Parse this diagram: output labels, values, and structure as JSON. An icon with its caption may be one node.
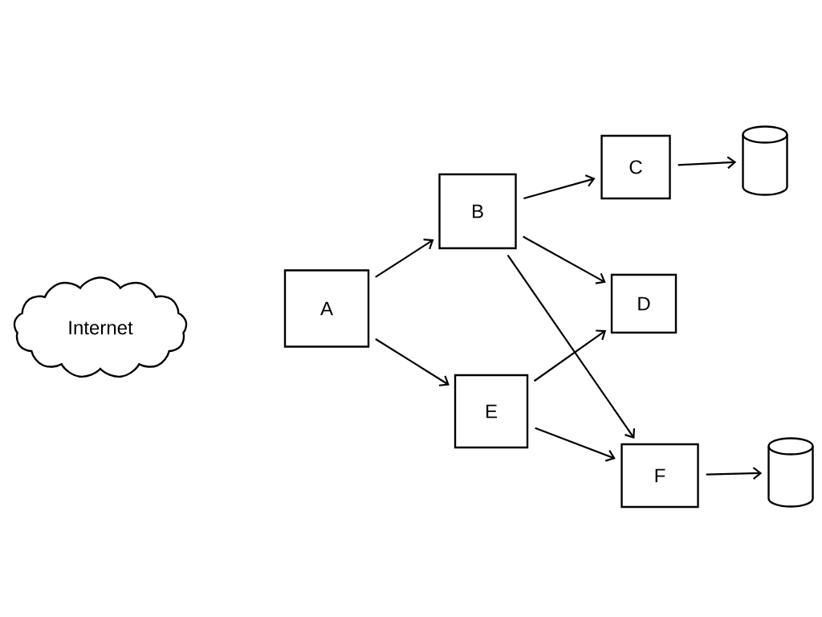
{
  "diagram": {
    "nodes": [
      {
        "text": [
          "Internet"
        ]
      },
      {
        "text": [
          "A"
        ]
      },
      {
        "text": [
          "B"
        ]
      },
      {
        "text": [
          "C"
        ]
      },
      {
        "text": [
          "D"
        ]
      },
      {
        "text": [
          "E"
        ]
      },
      {
        "text": [
          "F"
        ]
      },
      {
        "text": [],
        "shape": "cylinder"
      },
      {
        "text": [],
        "shape": "cylinder"
      }
    ],
    "edges": [
      {
        "from": 1,
        "to": 2,
        "arrow": "to"
      },
      {
        "from": 1,
        "to": 5,
        "arrow": "to"
      },
      {
        "from": 2,
        "to": 3,
        "arrow": "to"
      },
      {
        "from": 2,
        "to": 4,
        "arrow": "to"
      },
      {
        "from": 2,
        "to": 6,
        "arrow": "to"
      },
      {
        "from": 5,
        "to": 4,
        "arrow": "to"
      },
      {
        "from": 5,
        "to": 6,
        "arrow": "to"
      },
      {
        "from": 3,
        "to": 7,
        "arrow": "to"
      },
      {
        "from": 6,
        "to": 8,
        "arrow": "to"
      }
    ]
  }
}
